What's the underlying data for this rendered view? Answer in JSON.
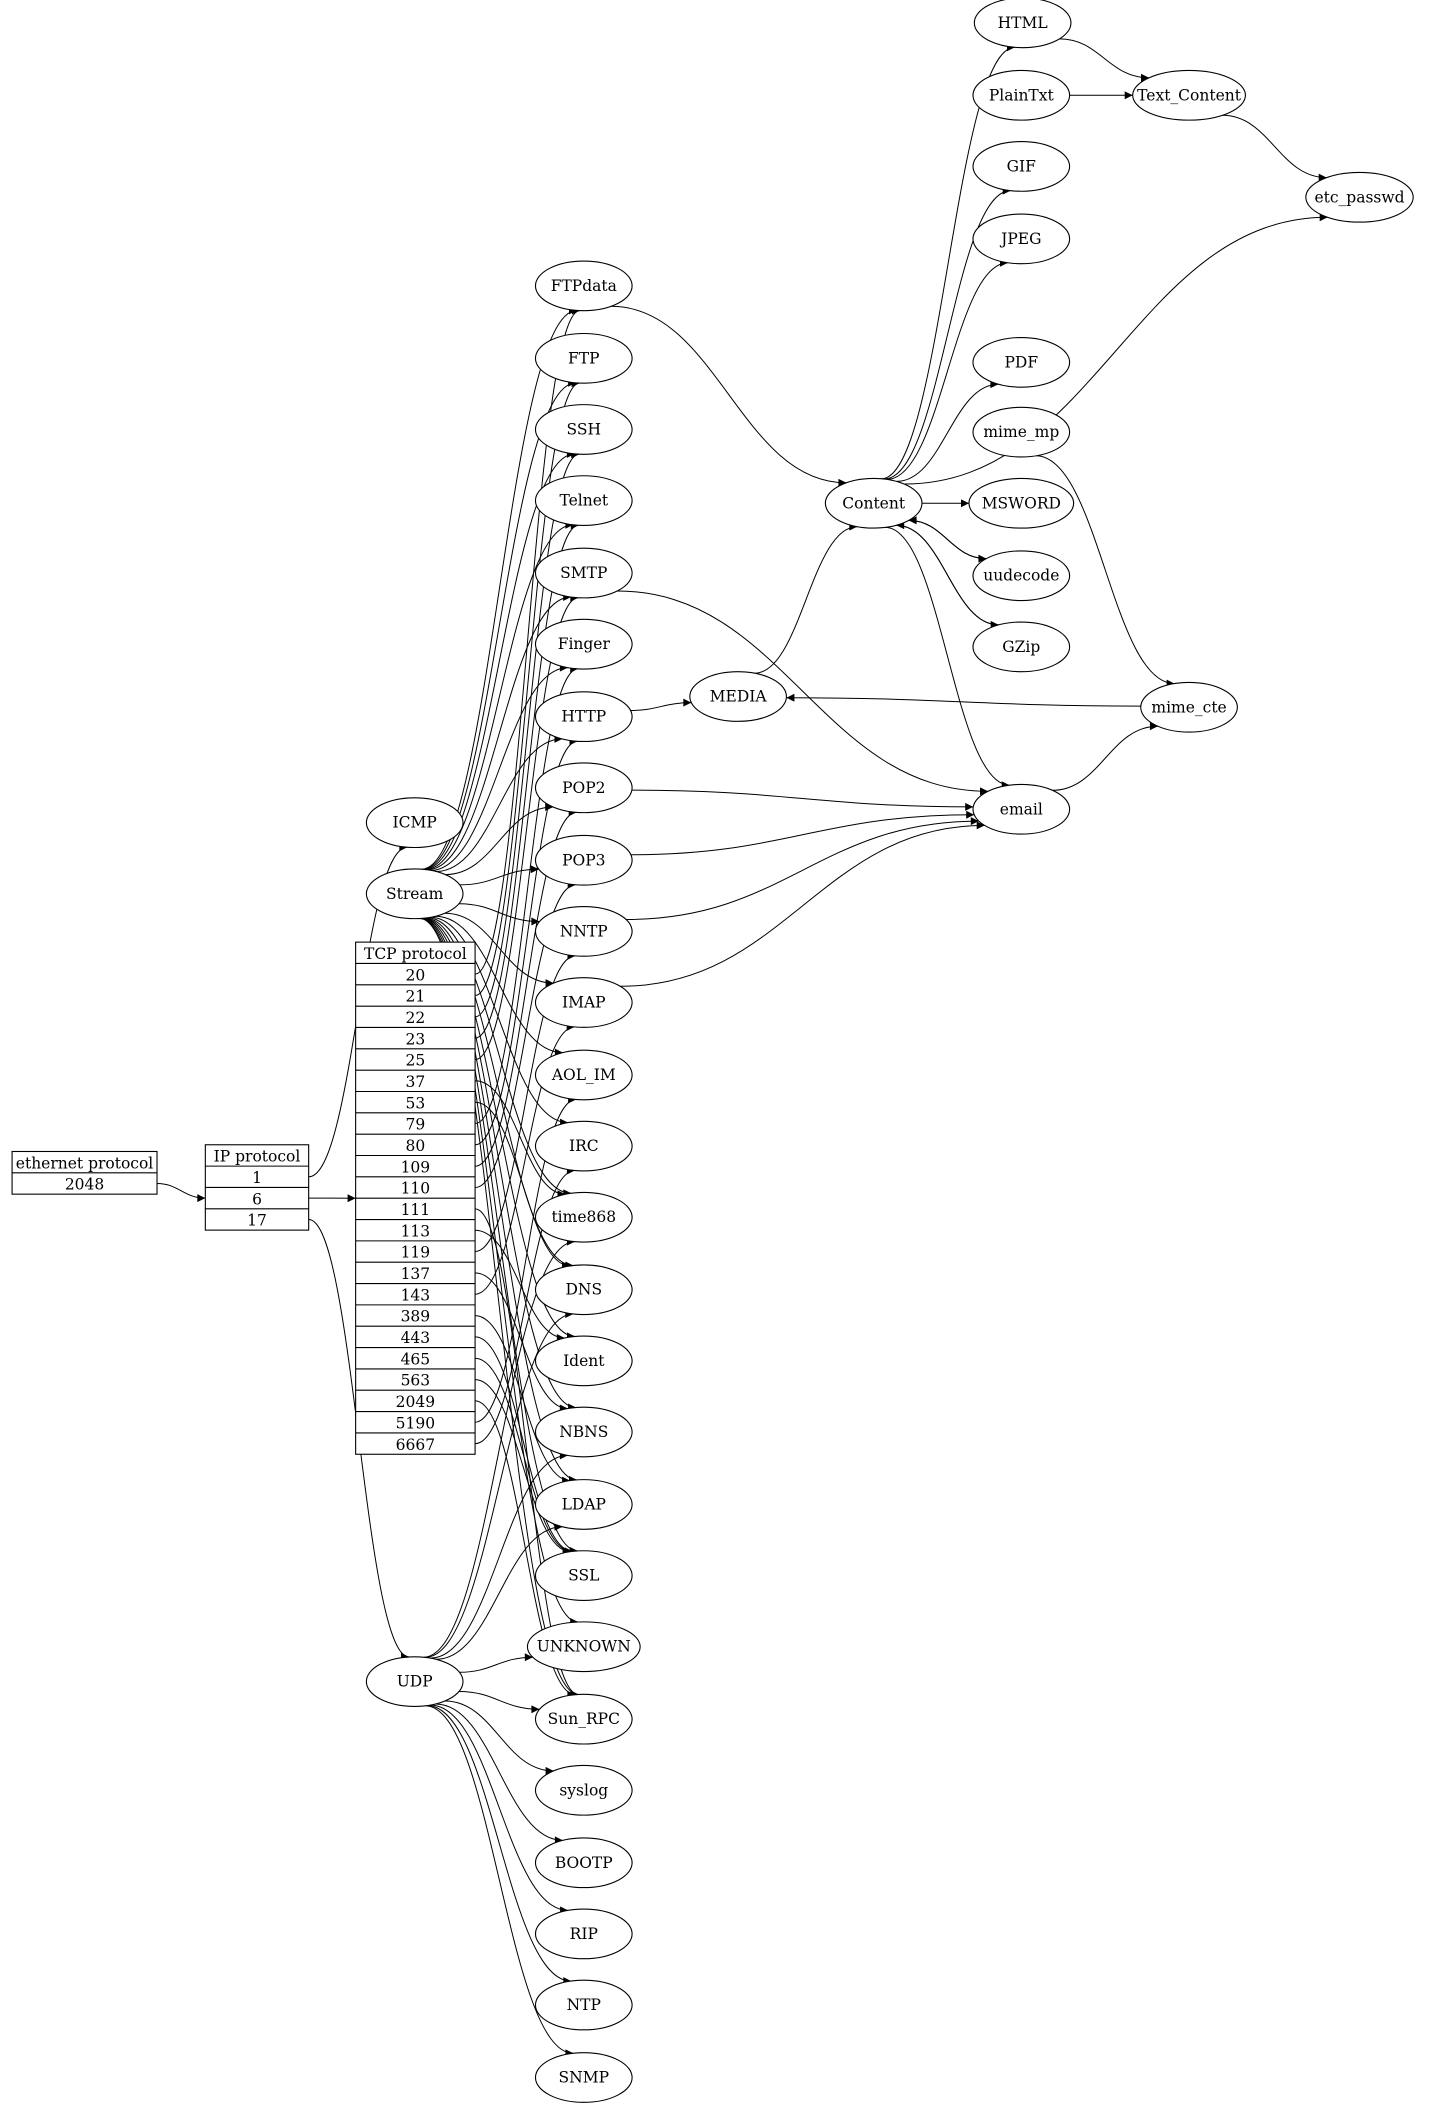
{
  "diagram": {
    "tables": [
      {
        "id": "eth",
        "header": "ethernet protocol",
        "rows": [
          "2048"
        ]
      },
      {
        "id": "ip",
        "header": "IP protocol",
        "rows": [
          "1",
          "6",
          "17"
        ]
      },
      {
        "id": "tcp",
        "header": "TCP protocol",
        "rows": [
          "20",
          "21",
          "22",
          "23",
          "25",
          "37",
          "53",
          "79",
          "80",
          "109",
          "110",
          "111",
          "113",
          "119",
          "137",
          "143",
          "389",
          "443",
          "465",
          "563",
          "2049",
          "5190",
          "6667"
        ]
      }
    ],
    "nodes": [
      {
        "id": "HTML",
        "label": "HTML"
      },
      {
        "id": "PlainTxt",
        "label": "PlainTxt"
      },
      {
        "id": "Text_Content",
        "label": "Text_Content"
      },
      {
        "id": "GIF",
        "label": "GIF"
      },
      {
        "id": "etc_passwd",
        "label": "etc_passwd"
      },
      {
        "id": "JPEG",
        "label": "JPEG"
      },
      {
        "id": "FTPdata",
        "label": "FTPdata"
      },
      {
        "id": "FTP",
        "label": "FTP"
      },
      {
        "id": "PDF",
        "label": "PDF"
      },
      {
        "id": "SSH",
        "label": "SSH"
      },
      {
        "id": "mime_mp",
        "label": "mime_mp"
      },
      {
        "id": "Content",
        "label": "Content"
      },
      {
        "id": "MSWORD",
        "label": "MSWORD"
      },
      {
        "id": "Telnet",
        "label": "Telnet"
      },
      {
        "id": "SMTP",
        "label": "SMTP"
      },
      {
        "id": "uudecode",
        "label": "uudecode"
      },
      {
        "id": "Finger",
        "label": "Finger"
      },
      {
        "id": "GZip",
        "label": "GZip"
      },
      {
        "id": "MEDIA",
        "label": "MEDIA"
      },
      {
        "id": "HTTP",
        "label": "HTTP"
      },
      {
        "id": "mime_cte",
        "label": "mime_cte"
      },
      {
        "id": "POP2",
        "label": "POP2"
      },
      {
        "id": "email",
        "label": "email"
      },
      {
        "id": "ICMP",
        "label": "ICMP"
      },
      {
        "id": "POP3",
        "label": "POP3"
      },
      {
        "id": "Stream",
        "label": "Stream"
      },
      {
        "id": "NNTP",
        "label": "NNTP"
      },
      {
        "id": "IMAP",
        "label": "IMAP"
      },
      {
        "id": "AOL_IM",
        "label": "AOL_IM"
      },
      {
        "id": "IRC",
        "label": "IRC"
      },
      {
        "id": "time868",
        "label": "time868"
      },
      {
        "id": "DNS",
        "label": "DNS"
      },
      {
        "id": "Ident",
        "label": "Ident"
      },
      {
        "id": "NBNS",
        "label": "NBNS"
      },
      {
        "id": "LDAP",
        "label": "LDAP"
      },
      {
        "id": "SSL",
        "label": "SSL"
      },
      {
        "id": "UNKNOWN",
        "label": "UNKNOWN"
      },
      {
        "id": "UDP",
        "label": "UDP"
      },
      {
        "id": "Sun_RPC",
        "label": "Sun_RPC"
      },
      {
        "id": "syslog",
        "label": "syslog"
      },
      {
        "id": "BOOTP",
        "label": "BOOTP"
      },
      {
        "id": "RIP",
        "label": "RIP"
      },
      {
        "id": "NTP",
        "label": "NTP"
      },
      {
        "id": "SNMP",
        "label": "SNMP"
      }
    ],
    "edges": [
      [
        "eth.0",
        "ip"
      ],
      [
        "ip.0",
        "ICMP"
      ],
      [
        "ip.1",
        "tcp"
      ],
      [
        "ip.2",
        "UDP"
      ],
      [
        "Stream",
        "FTPdata"
      ],
      [
        "Stream",
        "FTP"
      ],
      [
        "Stream",
        "SSH"
      ],
      [
        "Stream",
        "Telnet"
      ],
      [
        "Stream",
        "SMTP"
      ],
      [
        "Stream",
        "Finger"
      ],
      [
        "Stream",
        "HTTP"
      ],
      [
        "Stream",
        "POP2"
      ],
      [
        "Stream",
        "POP3"
      ],
      [
        "Stream",
        "NNTP"
      ],
      [
        "Stream",
        "IMAP"
      ],
      [
        "Stream",
        "AOL_IM"
      ],
      [
        "Stream",
        "IRC"
      ],
      [
        "Stream",
        "time868"
      ],
      [
        "Stream",
        "DNS"
      ],
      [
        "Stream",
        "Ident"
      ],
      [
        "Stream",
        "NBNS"
      ],
      [
        "Stream",
        "LDAP"
      ],
      [
        "Stream",
        "SSL"
      ],
      [
        "Stream",
        "UNKNOWN"
      ],
      [
        "Stream",
        "Sun_RPC"
      ],
      [
        "tcp.0",
        "FTPdata"
      ],
      [
        "tcp.1",
        "FTP"
      ],
      [
        "tcp.2",
        "SSH"
      ],
      [
        "tcp.3",
        "Telnet"
      ],
      [
        "tcp.4",
        "SMTP"
      ],
      [
        "tcp.5",
        "time868"
      ],
      [
        "tcp.6",
        "DNS"
      ],
      [
        "tcp.7",
        "Finger"
      ],
      [
        "tcp.8",
        "HTTP"
      ],
      [
        "tcp.9",
        "POP2"
      ],
      [
        "tcp.10",
        "POP3"
      ],
      [
        "tcp.11",
        "Sun_RPC"
      ],
      [
        "tcp.12",
        "Ident"
      ],
      [
        "tcp.13",
        "NNTP"
      ],
      [
        "tcp.14",
        "NBNS"
      ],
      [
        "tcp.15",
        "IMAP"
      ],
      [
        "tcp.16",
        "LDAP"
      ],
      [
        "tcp.17",
        "SSL"
      ],
      [
        "tcp.18",
        "SSL"
      ],
      [
        "tcp.19",
        "SSL"
      ],
      [
        "tcp.20",
        "Sun_RPC"
      ],
      [
        "tcp.21",
        "AOL_IM"
      ],
      [
        "tcp.22",
        "IRC"
      ],
      [
        "UDP",
        "time868"
      ],
      [
        "UDP",
        "DNS"
      ],
      [
        "UDP",
        "NBNS"
      ],
      [
        "UDP",
        "LDAP"
      ],
      [
        "UDP",
        "UNKNOWN"
      ],
      [
        "UDP",
        "Sun_RPC"
      ],
      [
        "UDP",
        "syslog"
      ],
      [
        "UDP",
        "BOOTP"
      ],
      [
        "UDP",
        "RIP"
      ],
      [
        "UDP",
        "NTP"
      ],
      [
        "UDP",
        "SNMP"
      ],
      [
        "FTPdata",
        "Content"
      ],
      [
        "SMTP",
        "email"
      ],
      [
        "HTTP",
        "MEDIA"
      ],
      [
        "POP2",
        "email"
      ],
      [
        "POP3",
        "email"
      ],
      [
        "NNTP",
        "email"
      ],
      [
        "IMAP",
        "email"
      ],
      [
        "MEDIA",
        "Content"
      ],
      [
        "Content",
        "HTML"
      ],
      [
        "Content",
        "GIF"
      ],
      [
        "Content",
        "JPEG"
      ],
      [
        "Content",
        "etc_passwd"
      ],
      [
        "Content",
        "PDF"
      ],
      [
        "Content",
        "MSWORD"
      ],
      [
        "Content",
        "uudecode"
      ],
      [
        "Content",
        "GZip"
      ],
      [
        "Content",
        "email"
      ],
      [
        "uudecode",
        "Content"
      ],
      [
        "GZip",
        "Content"
      ],
      [
        "HTML",
        "Text_Content"
      ],
      [
        "PlainTxt",
        "Text_Content"
      ],
      [
        "Text_Content",
        "etc_passwd"
      ],
      [
        "mime_mp",
        "mime_cte"
      ],
      [
        "email",
        "mime_cte"
      ],
      [
        "mime_cte",
        "MEDIA"
      ]
    ]
  }
}
